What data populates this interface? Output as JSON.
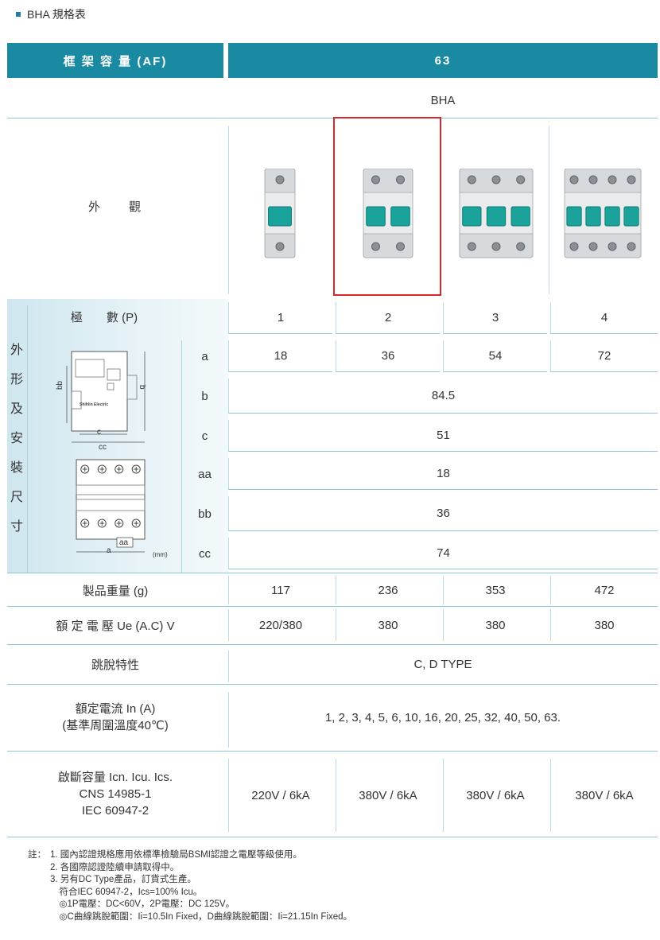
{
  "doc_title": "BHA 規格表",
  "header": {
    "frame_label": "框 架 容 量 (AF)",
    "frame_value": "63"
  },
  "model": "BHA",
  "appearance_label": "外　　觀",
  "pole_label": "極　　數 (P)",
  "poles": [
    "1",
    "2",
    "3",
    "4"
  ],
  "side_group_chars": [
    "外",
    "形",
    "及",
    "安",
    "裝",
    "尺",
    "寸"
  ],
  "dimension_rows": [
    {
      "label": "a",
      "values": [
        "18",
        "36",
        "54",
        "72"
      ]
    },
    {
      "label": "b",
      "value": "84.5"
    },
    {
      "label": "c",
      "value": "51"
    },
    {
      "label": "aa",
      "value": "18"
    },
    {
      "label": "bb",
      "value": "36"
    },
    {
      "label": "cc",
      "value": "74"
    }
  ],
  "diagram": {
    "mm": "(mm)",
    "labels": {
      "a": "a",
      "aa": "aa",
      "b": "b",
      "bb": "bb",
      "c": "c",
      "cc": "cc"
    },
    "brand": "Shihlin Electric"
  },
  "weight": {
    "label": "製品重量 (g)",
    "values": [
      "117",
      "236",
      "353",
      "472"
    ]
  },
  "voltage": {
    "label": "額 定 電 壓 Ue (A.C) V",
    "values": [
      "220/380",
      "380",
      "380",
      "380"
    ]
  },
  "trip": {
    "label": "跳脫特性",
    "value": "C, D TYPE"
  },
  "current": {
    "label_line1": "額定電流 In (A)",
    "label_line2": "(基準周圍溫度40℃)",
    "value": "1, 2, 3, 4, 5, 6, 10, 16, 20, 25, 32, 40, 50, 63."
  },
  "breaking": {
    "label_line1": "啟斷容量 Icn. Icu. Ics.",
    "label_line2": "CNS 14985-1",
    "label_line3": "IEC 60947-2",
    "values": [
      "220V / 6kA",
      "380V / 6kA",
      "380V / 6kA",
      "380V / 6kA"
    ]
  },
  "notes": {
    "label": "註：",
    "lines": [
      "1. 國內認證規格應用依標準檢驗局BSMI認證之電壓等級使用。",
      "2. 各國際認證陸續申請取得中。",
      "3. 另有DC Type產品，訂貨式生產。",
      "　符合IEC 60947-2，Ics=100% Icu。",
      "　◎1P電壓：DC<60V，2P電壓：DC 125V。",
      "　◎C曲線跳脫範圍：Ii=10.5In Fixed，D曲線跳脫範圍：Ii=21.15In Fixed。"
    ]
  },
  "colors": {
    "header_bg": "#1a8aa3",
    "highlight": "#d9262b",
    "lever": "#1aa39a"
  }
}
